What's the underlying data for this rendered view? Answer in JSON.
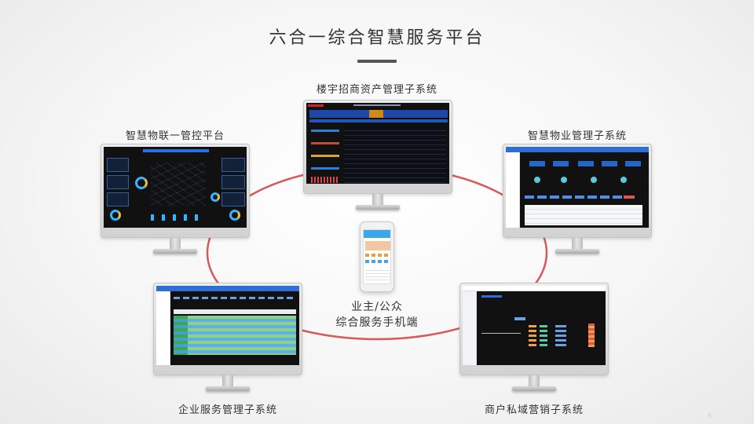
{
  "page": {
    "title": "六合一综合智慧服务平台",
    "page_number": "5"
  },
  "systems": [
    {
      "id": "building",
      "label": "楼宇招商资产管理子系统"
    },
    {
      "id": "iot",
      "label": "智慧物联一管控平台"
    },
    {
      "id": "property",
      "label": "智慧物业管理子系统"
    },
    {
      "id": "enterprise",
      "label": "企业服务管理子系统"
    },
    {
      "id": "merchant",
      "label": "商户私域营销子系统"
    }
  ],
  "mobile": {
    "line1": "业主/公众",
    "line2": "综合服务手机端"
  },
  "colors": {
    "ring": "#d9585a",
    "dark_bg": "#0b1738",
    "accent_blue": "#2d6fd6"
  }
}
